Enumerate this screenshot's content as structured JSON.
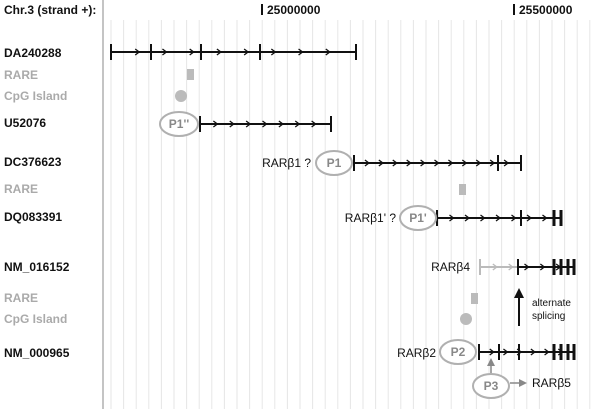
{
  "header": {
    "chromosome": "Chr.3 (strand +):",
    "pos1": "25000000",
    "pos2": "25500000"
  },
  "tracks": [
    {
      "label": "DA240288",
      "style": "black"
    },
    {
      "label": "RARE",
      "style": "grey"
    },
    {
      "label": "CpG Island",
      "style": "grey"
    },
    {
      "label": "U52076",
      "style": "black"
    },
    {
      "label": "DC376623",
      "style": "black"
    },
    {
      "label": "RARE",
      "style": "grey"
    },
    {
      "label": "DQ083391",
      "style": "black"
    },
    {
      "label": "NM_016152",
      "style": "black"
    },
    {
      "label": "RARE",
      "style": "grey"
    },
    {
      "label": "CpG Island",
      "style": "grey"
    },
    {
      "label": "NM_000965",
      "style": "black"
    }
  ],
  "annotations": {
    "p1pp": "P1''",
    "p1": "P1",
    "p1prime": "P1'",
    "p2": "P2",
    "p3": "P3",
    "rarb1": "RARβ1 ?",
    "rarb1prime": "RARβ1' ?",
    "rarb4": "RARβ4",
    "rarb2": "RARβ2",
    "rarb5": "RARβ5",
    "alternate": "alternate",
    "splicing": "splicing"
  },
  "colors": {
    "gene_line": "#111111",
    "grey_feature": "#bbbbbb",
    "grid": "#e6e6e6",
    "promoter_outline": "#b0b0b0"
  }
}
